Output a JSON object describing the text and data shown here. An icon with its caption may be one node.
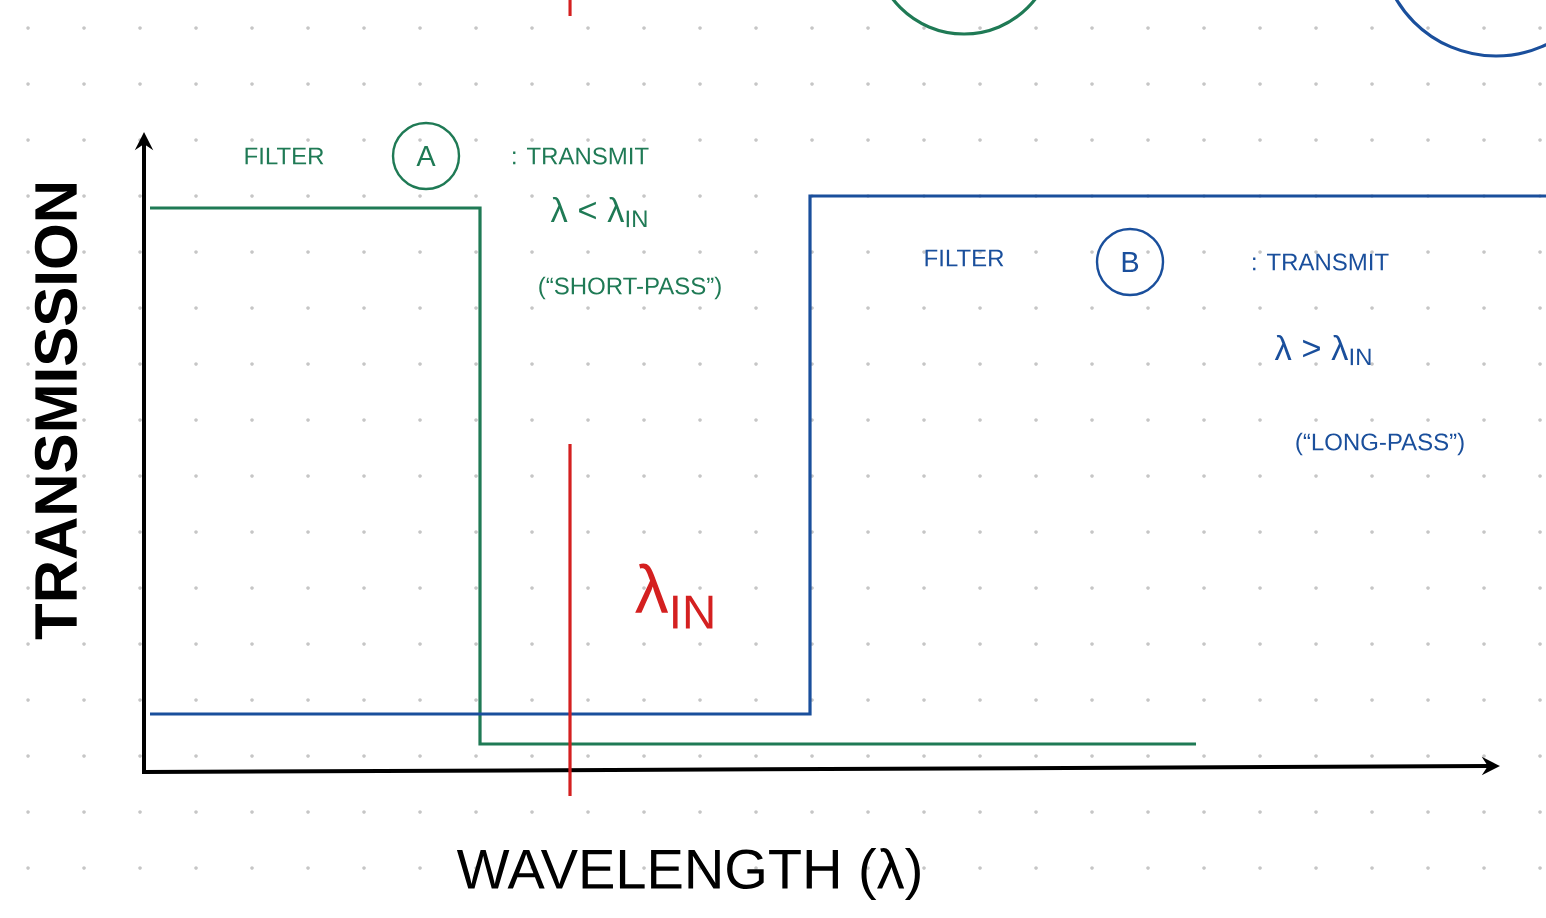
{
  "diagram": {
    "nodes": [
      {
        "text": [
          "A"
        ]
      },
      {
        "text": [
          "B"
        ]
      }
    ],
    "labels": [
      "TRANSMISSION",
      "FILTER",
      ": TRANSMIT",
      "λ < λ$_{IN}$",
      "(“SHORT-PASS”)",
      "FILTER",
      ": TRANSMIT",
      "λ > λ$_{IN}$",
      "(“LONG-PASS”)",
      "λ$_{IN}$",
      "WAVELENGTH (λ)"
    ]
  }
}
